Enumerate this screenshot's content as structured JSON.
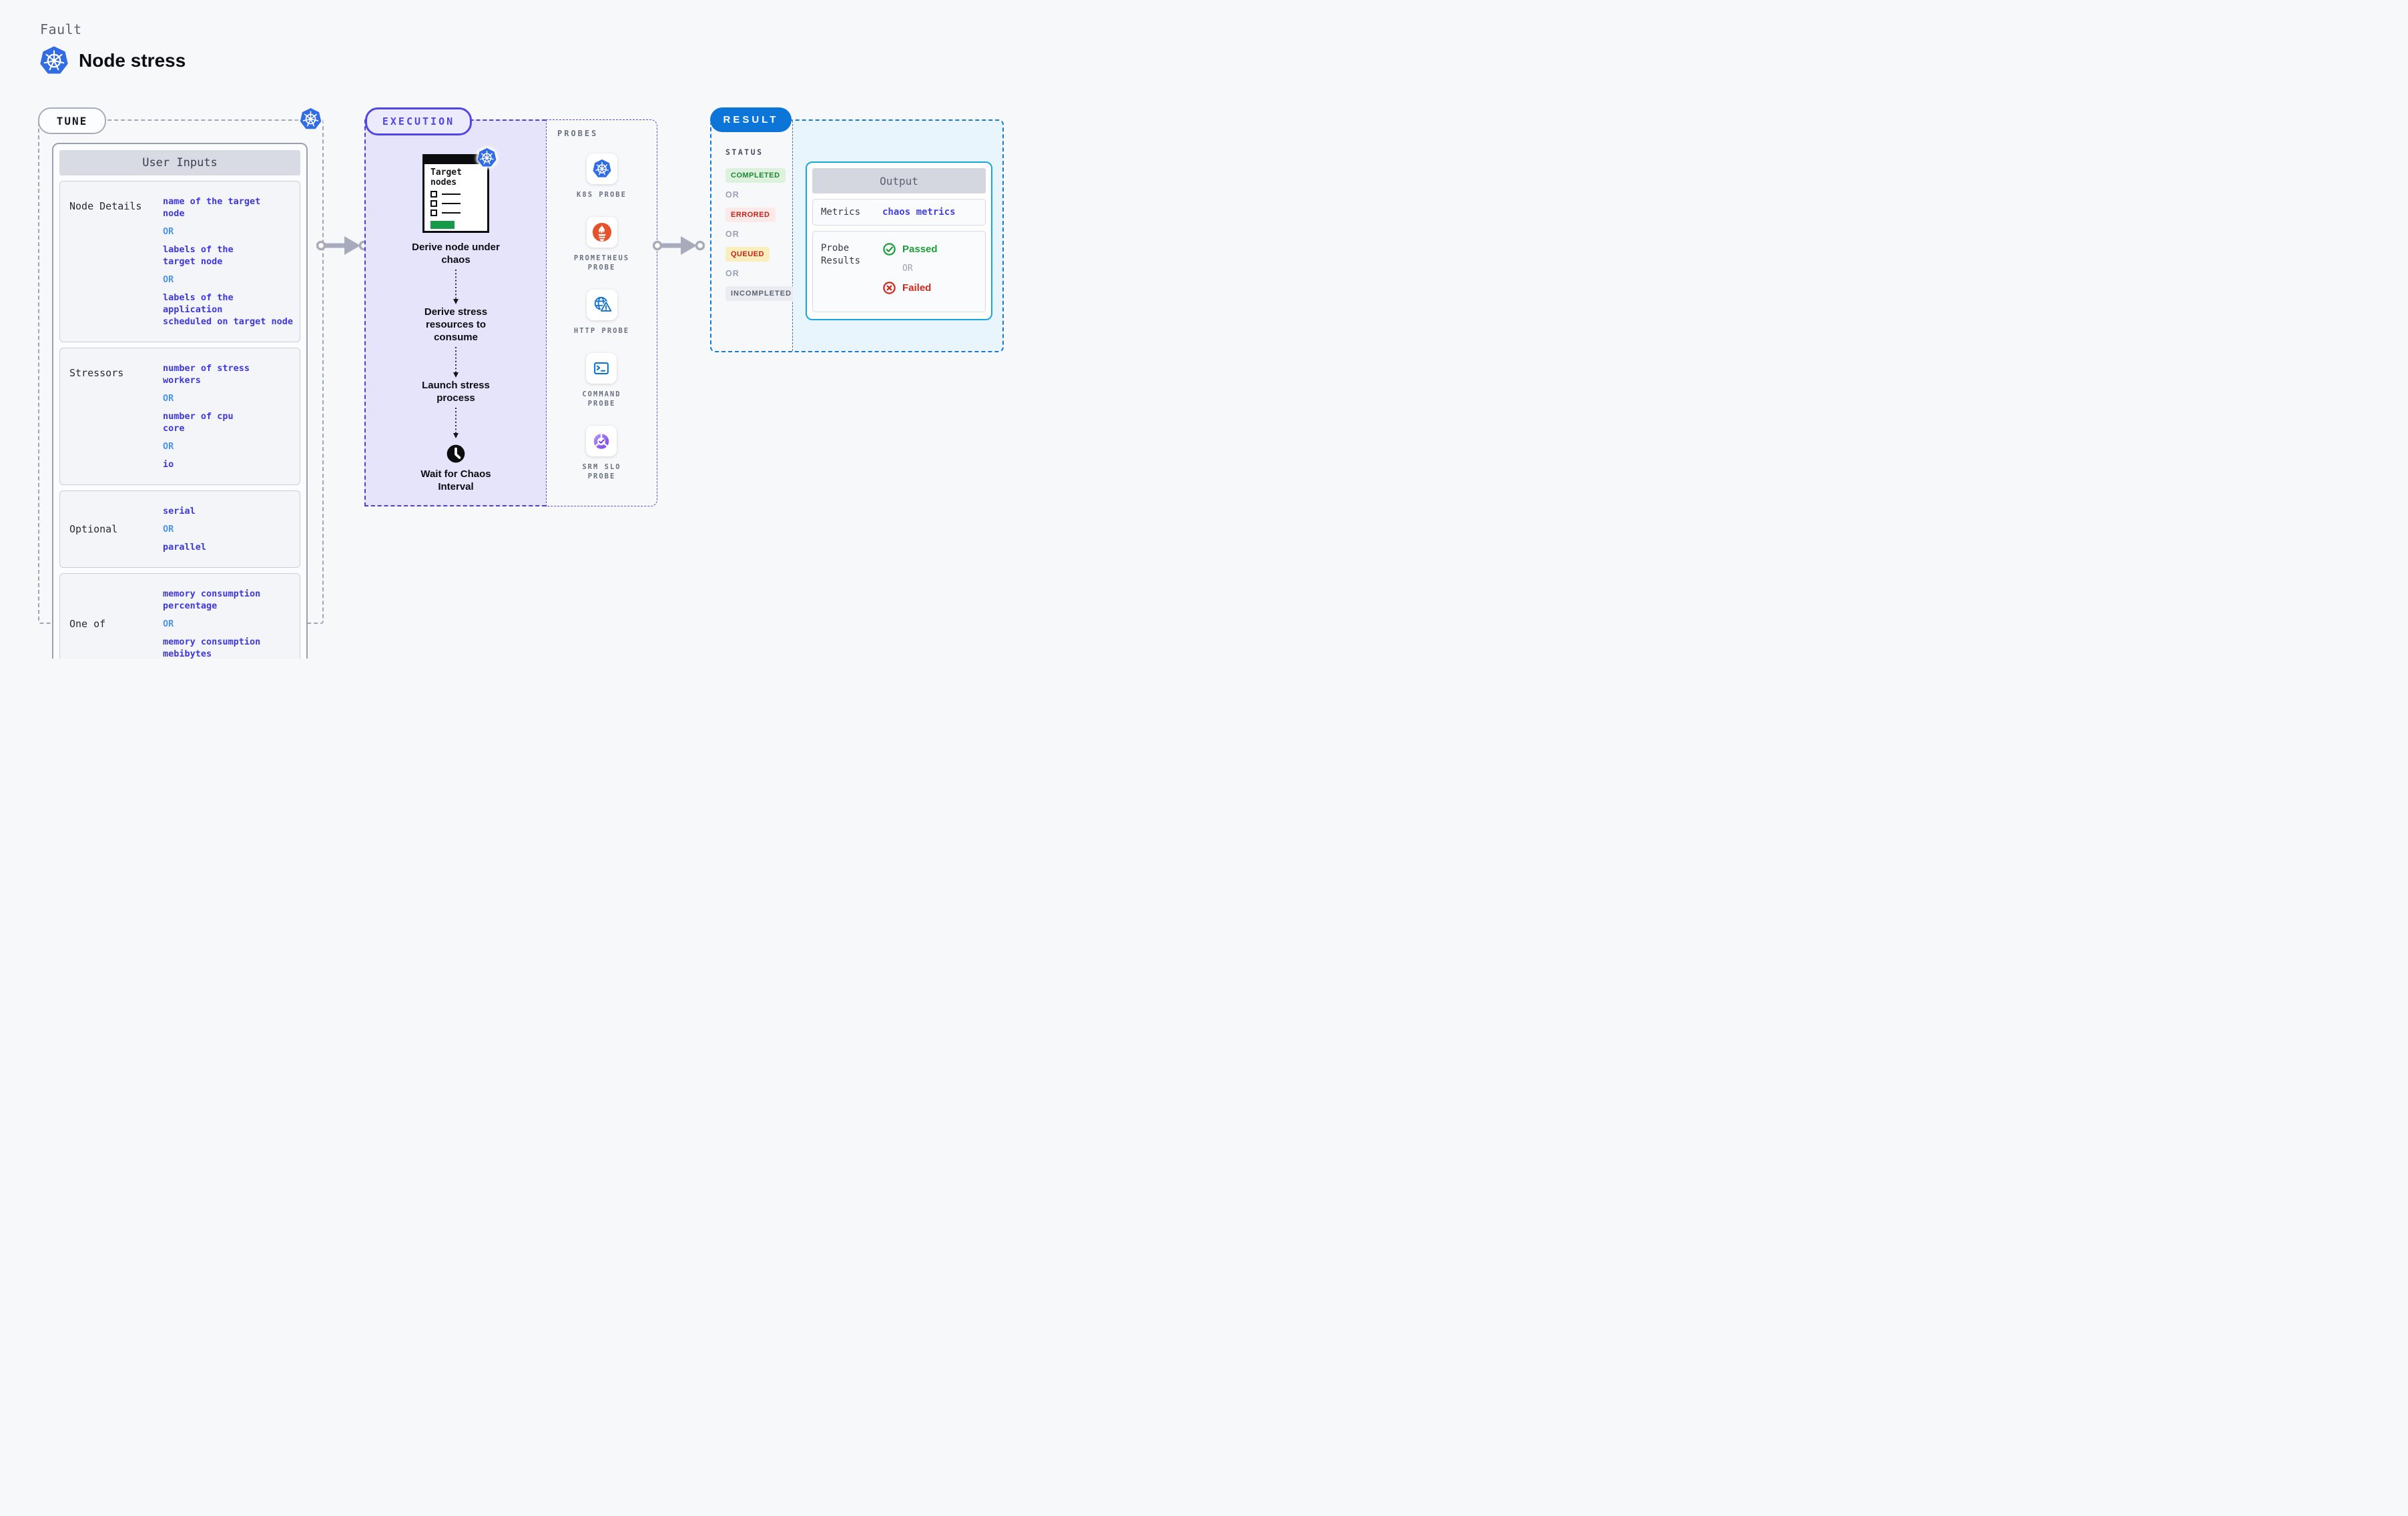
{
  "header": {
    "kicker": "Fault",
    "title": "Node stress"
  },
  "tune": {
    "label": "TUNE",
    "panel_title": "User Inputs",
    "rows": [
      {
        "label": "Node Details",
        "items": [
          "name of the target\nnode",
          "OR",
          "labels of the\ntarget node",
          "OR",
          "labels of the application\n scheduled on target node"
        ]
      },
      {
        "label": "Stressors",
        "items": [
          "number of stress\nworkers",
          "OR",
          "number of cpu\ncore",
          "OR",
          "io"
        ]
      },
      {
        "label": "Optional",
        "items": [
          "serial",
          "OR",
          "parallel"
        ]
      },
      {
        "label": "One of",
        "items": [
          "memory consumption\npercentage",
          "OR",
          "memory consumption\nmebibytes"
        ]
      }
    ]
  },
  "execution": {
    "label": "EXECUTION",
    "target_card_title": "Target\nnodes",
    "steps": [
      "Derive node under\nchaos",
      "Derive stress\nresources to\nconsume",
      "Launch stress\nprocess",
      "Wait for Chaos\nInterval"
    ]
  },
  "probes": {
    "label": "PROBES",
    "items": [
      {
        "label": "K8S PROBE",
        "icon": "kubernetes-icon"
      },
      {
        "label": "PROMETHEUS\nPROBE",
        "icon": "prometheus-icon"
      },
      {
        "label": "HTTP PROBE",
        "icon": "http-globe-warning-icon"
      },
      {
        "label": "COMMAND\nPROBE",
        "icon": "terminal-icon"
      },
      {
        "label": "SRM SLO\nPROBE",
        "icon": "slo-pie-check-icon"
      }
    ]
  },
  "result": {
    "label": "RESULT",
    "status_title": "STATUS",
    "or_label": "OR",
    "statuses": [
      {
        "label": "COMPLETED",
        "fg": "#1e8636",
        "bg": "#dcf2dd"
      },
      {
        "label": "ERRORED",
        "fg": "#c4231a",
        "bg": "#fce9e8"
      },
      {
        "label": "QUEUED",
        "fg": "#c4231a",
        "bg": "#faeebd"
      },
      {
        "label": "INCOMPLETED",
        "fg": "#5b6170",
        "bg": "#eaecf2"
      }
    ],
    "output": {
      "title": "Output",
      "metrics_label": "Metrics",
      "metrics_value": "chaos metrics",
      "probe_results_label": "Probe\nResults",
      "passed_label": "Passed",
      "or_label": "OR",
      "failed_label": "Failed"
    }
  },
  "colors": {
    "kubernetes_blue": "#326ce5",
    "value_indigo": "#3e38d9",
    "or_blue": "#4b96f3",
    "tune_border_gray": "#a0a7b4",
    "execution_accent": "#4f46e5",
    "execution_bg": "#e6e4fb",
    "result_accent": "#0b76d8",
    "output_border": "#16a7e2",
    "output_bg": "#e8f5fc",
    "passed_green": "#1f9d3c",
    "failed_red": "#d0281c",
    "prometheus_orange": "#e6522c",
    "probe_icon_blue": "#1273ce",
    "srm_purple": "#7c3aed",
    "target_green": "#169a47",
    "arrow_gray": "#a8abbc"
  }
}
